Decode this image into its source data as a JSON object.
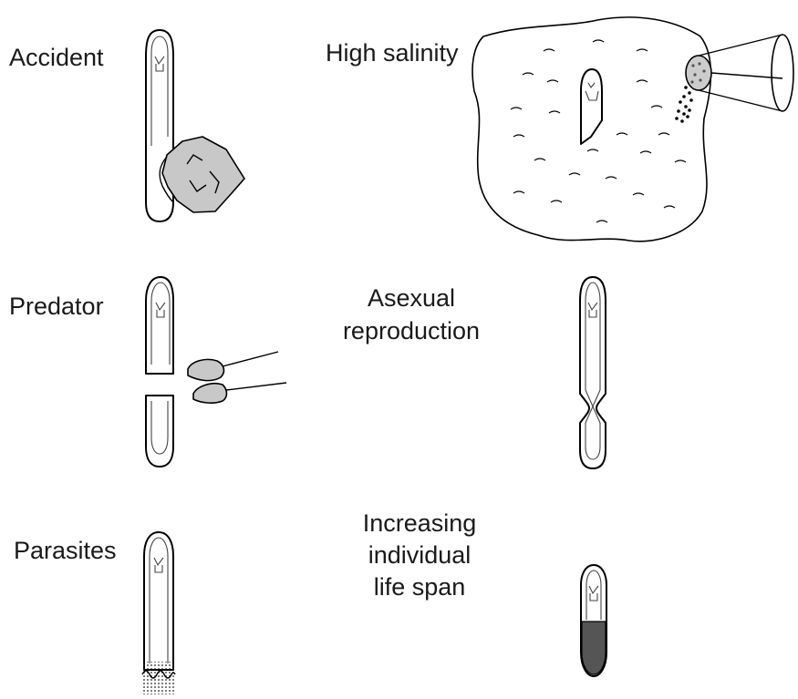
{
  "figure": {
    "panels": {
      "accident": {
        "label": "Accident"
      },
      "high_salinity": {
        "label": "High salinity"
      },
      "predator": {
        "label": "Predator"
      },
      "asexual_reproduction": {
        "label_line1": "Asexual",
        "label_line2": "reproduction"
      },
      "parasites": {
        "label": "Parasites"
      },
      "increasing_life_span": {
        "label_line1": "Increasing",
        "label_line2": "individual",
        "label_line3": "life span"
      }
    },
    "colors": {
      "outline": "#000000",
      "rock_fill": "#c8c8c8",
      "shaker_fill": "#cccccc",
      "gut_fill": "#555555",
      "text": "#1a1a1a"
    }
  }
}
